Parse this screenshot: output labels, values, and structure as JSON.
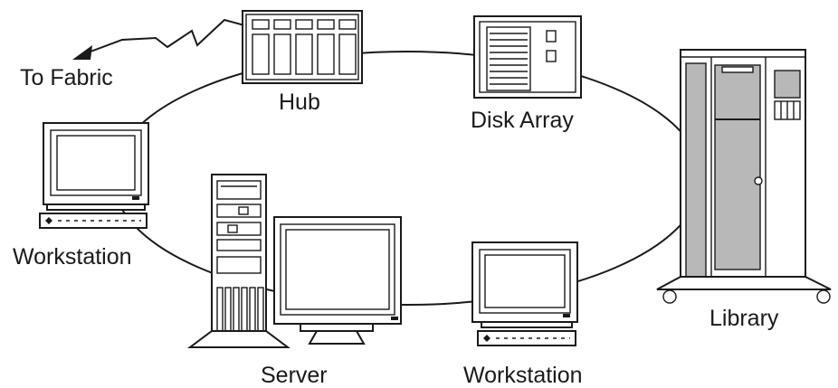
{
  "labels": {
    "to_fabric": "To Fabric",
    "hub": "Hub",
    "disk_array": "Disk Array",
    "library": "Library",
    "workstation_left": "Workstation",
    "server": "Server",
    "workstation_bottom": "Workstation"
  },
  "colors": {
    "line": "#1a1a1a",
    "panel_gray": "#b8b8b8",
    "background": "#ffffff"
  }
}
